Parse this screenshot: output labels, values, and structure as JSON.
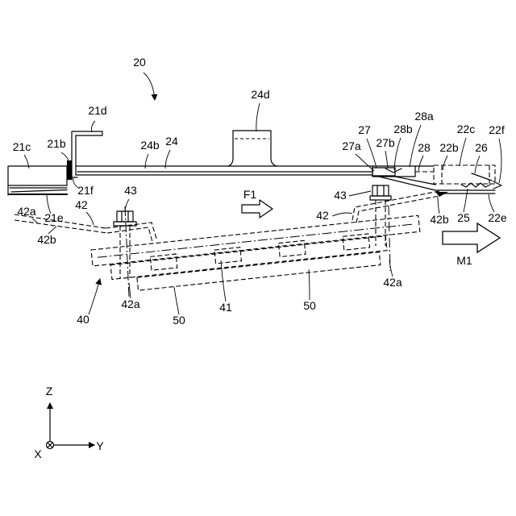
{
  "figure": {
    "labels": {
      "assembly_20": "20",
      "part_21d": "21d",
      "part_24d": "24d",
      "part_21c": "21c",
      "part_21b": "21b",
      "part_24b": "24b",
      "part_24": "24",
      "part_27": "27",
      "part_28b": "28b",
      "part_28a": "28a",
      "part_22c": "22c",
      "part_22f": "22f",
      "part_27a": "27a",
      "part_27b": "27b",
      "part_28": "28",
      "part_22b": "22b",
      "part_26": "26",
      "part_21f": "21f",
      "part_21e": "21e",
      "part_43_left": "43",
      "part_43_right": "43",
      "part_42a_left": "42a",
      "part_42_left": "42",
      "part_42_right": "42",
      "part_42b_right": "42b",
      "part_25": "25",
      "part_22e": "22e",
      "part_42b_left": "42b",
      "part_42a_right": "42a",
      "part_42a_center": "42a",
      "part_41": "41",
      "part_50_right": "50",
      "assembly_40": "40",
      "part_50_left": "50"
    },
    "arrows": {
      "force": "F1",
      "movement": "M1"
    },
    "axes": {
      "z": "Z",
      "y": "Y",
      "x": "X"
    }
  }
}
